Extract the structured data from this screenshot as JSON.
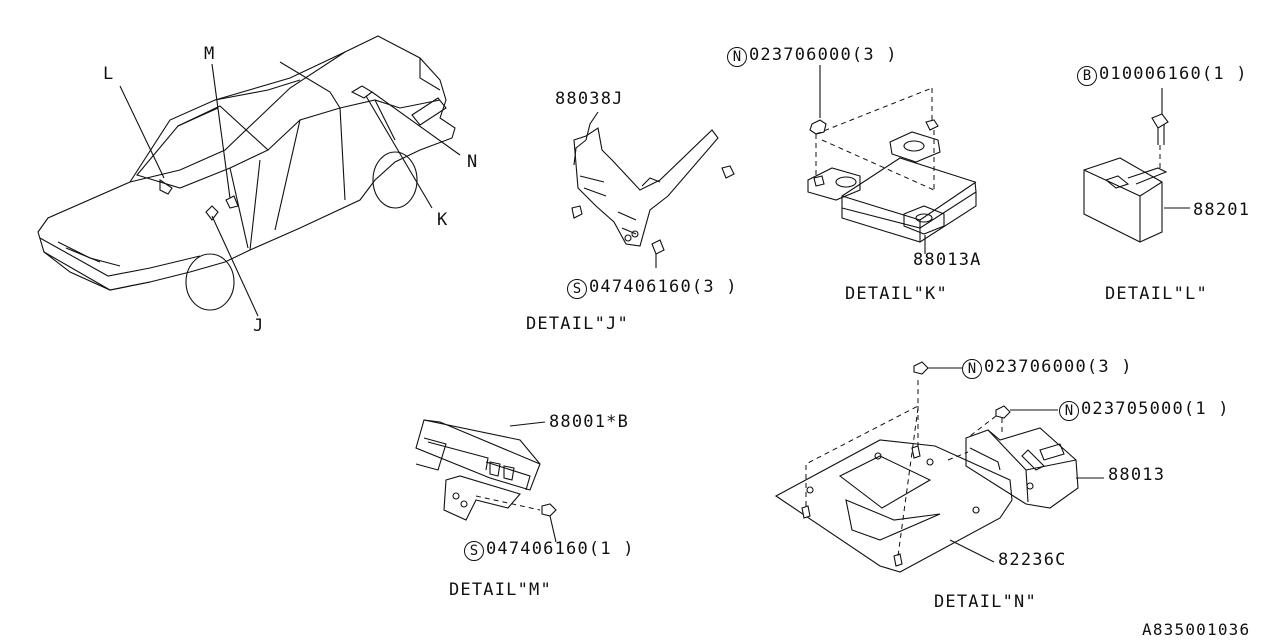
{
  "callouts": {
    "L": "L",
    "M": "M",
    "N": "N",
    "K": "K",
    "J": "J"
  },
  "detail_j": {
    "part": "88038J",
    "screw_sym": "S",
    "screw": "047406160(3 )",
    "title": "DETAIL\"J\""
  },
  "detail_k": {
    "nut_sym": "N",
    "nut": "023706000(3 )",
    "part": "88013A",
    "title": "DETAIL\"K\""
  },
  "detail_l": {
    "bolt_sym": "B",
    "bolt": "010006160(1 )",
    "part": "88201",
    "title": "DETAIL\"L\""
  },
  "detail_m": {
    "part": "88001*B",
    "screw_sym": "S",
    "screw": "047406160(1 )",
    "title": "DETAIL\"M\""
  },
  "detail_n": {
    "nut1_sym": "N",
    "nut1": "023706000(3 )",
    "nut2_sym": "N",
    "nut2": "023705000(1 )",
    "part_unit": "88013",
    "part_plate": "82236C",
    "title": "DETAIL\"N\""
  },
  "drawing_id": "A835001036"
}
